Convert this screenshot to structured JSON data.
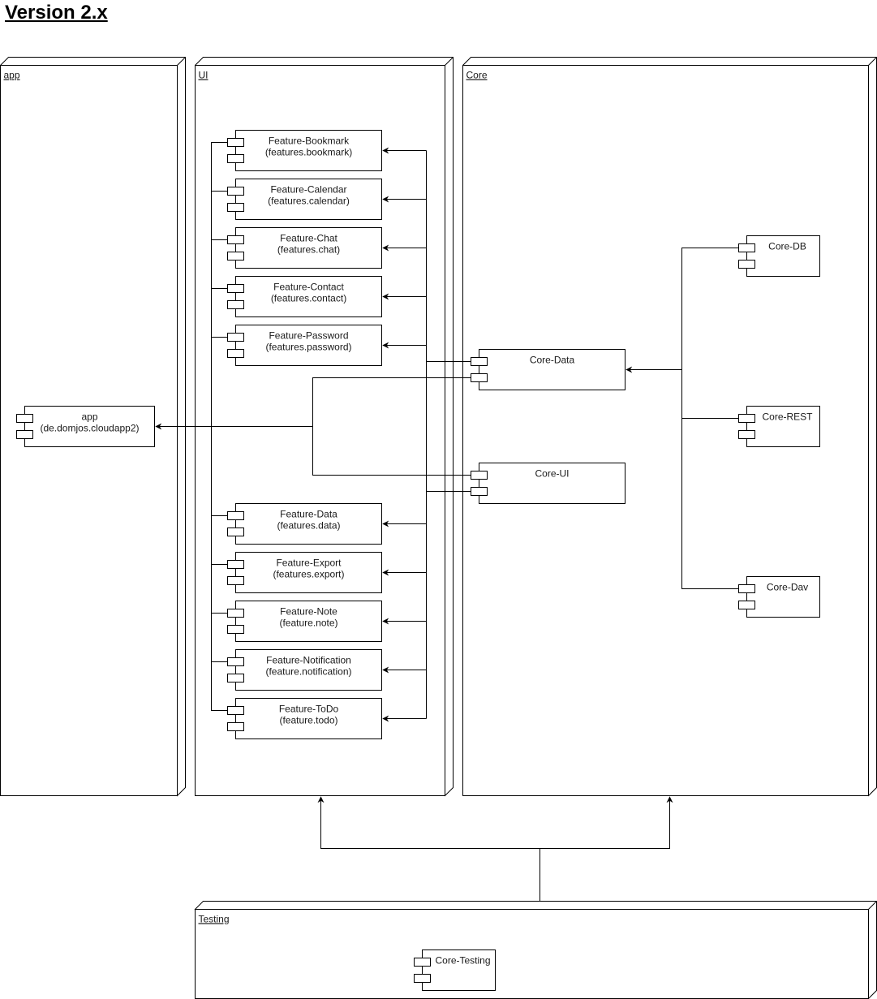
{
  "title": "Version 2.x",
  "nodes": {
    "app": "app",
    "ui": "UI",
    "core": "Core",
    "testing": "Testing"
  },
  "components": {
    "app": [
      "app",
      "(de.domjos.cloudapp2)"
    ],
    "features": [
      [
        "Feature-Bookmark",
        "(features.bookmark)"
      ],
      [
        "Feature-Calendar",
        "(features.calendar)"
      ],
      [
        "Feature-Chat",
        "(features.chat)"
      ],
      [
        "Feature-Contact",
        "(features.contact)"
      ],
      [
        "Feature-Password",
        "(features.password)"
      ],
      [
        "Feature-Data",
        "(features.data)"
      ],
      [
        "Feature-Export",
        "(features.export)"
      ],
      [
        "Feature-Note",
        "(feature.note)"
      ],
      [
        "Feature-Notification",
        "(feature.notification)"
      ],
      [
        "Feature-ToDo",
        "(feature.todo)"
      ]
    ],
    "core_data": "Core-Data",
    "core_ui": "Core-UI",
    "core_db": "Core-DB",
    "core_rest": "Core-REST",
    "core_dav": "Core-Dav",
    "core_testing": "Core-Testing"
  },
  "colors": {
    "stroke": "#000000",
    "fill": "#ffffff",
    "text": "#1a1a1a"
  }
}
